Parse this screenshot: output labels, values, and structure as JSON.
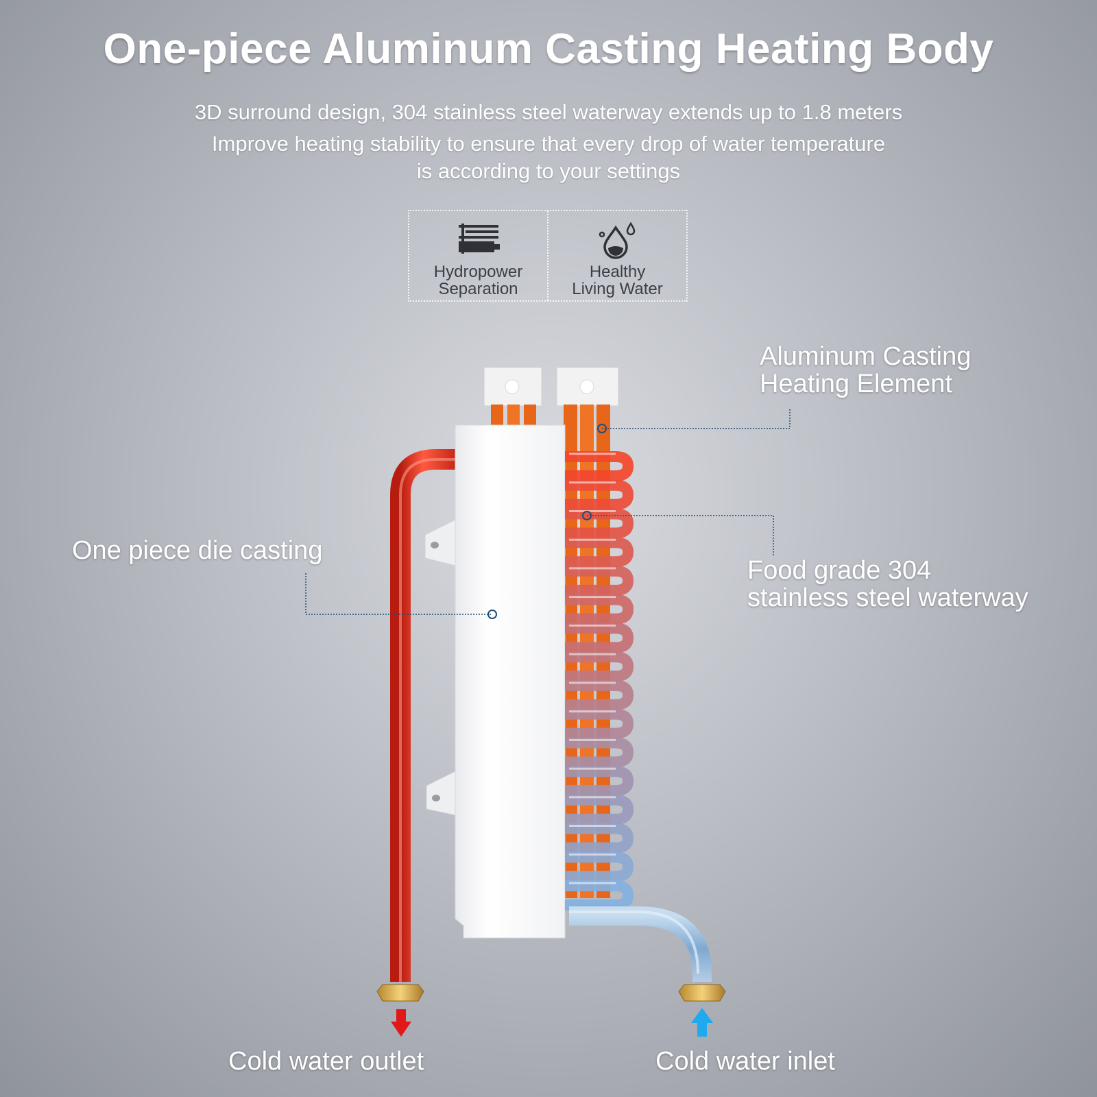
{
  "title": "One-piece Aluminum Casting Heating Body",
  "subtitle": {
    "line1": "3D surround design, 304 stainless steel waterway extends up to 1.8 meters",
    "line2": "Improve heating stability to ensure that every drop of water temperature",
    "line3": "is according to your settings"
  },
  "features": [
    {
      "label": "Hydropower\nSeparation",
      "icon": "hydropower-separation-icon"
    },
    {
      "label": "Healthy\nLiving Water",
      "icon": "water-drop-icon"
    }
  ],
  "callouts": {
    "aluminum_element": "Aluminum Casting\nHeating Element",
    "die_casting": "One piece die casting",
    "waterway": "Food grade 304\nstainless steel waterway",
    "outlet": "Cold water outlet",
    "inlet": "Cold water inlet"
  },
  "colors": {
    "hot_pipe": "#e8321e",
    "cold_pipe": "#8fb7dc",
    "copper": "#e8661a",
    "outlet_arrow": "#e01818",
    "inlet_arrow": "#21a9ee",
    "leader_line": "#1f4d7a"
  }
}
